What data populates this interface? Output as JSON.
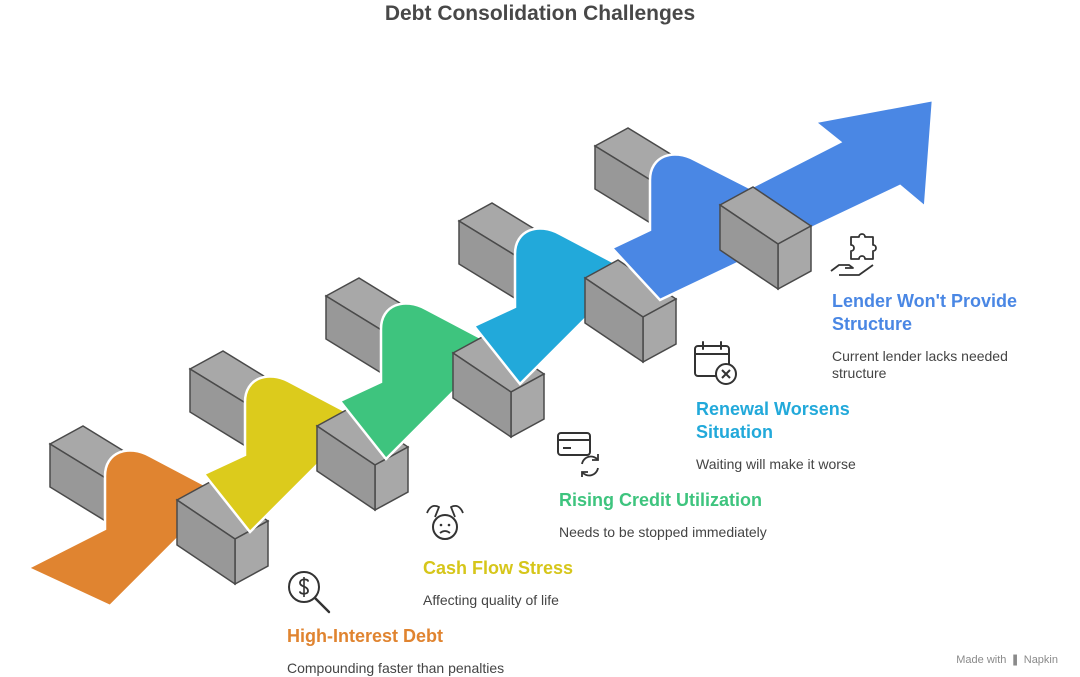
{
  "title": "Debt Consolidation Challenges",
  "steps": [
    {
      "title": "High-Interest Debt",
      "description": "Compounding faster than penalties",
      "color": "#E08430",
      "icon": "dollar-search-icon"
    },
    {
      "title": "Cash Flow Stress",
      "description": "Affecting quality of life",
      "color": "#DCCB1C",
      "icon": "stressed-face-icon"
    },
    {
      "title": "Rising Credit Utilization",
      "description": "Needs to be stopped immediately",
      "color": "#3EC47E",
      "icon": "card-refresh-icon"
    },
    {
      "title": "Renewal Worsens Situation",
      "description": "Waiting will make it worse",
      "color": "#22A9DA",
      "icon": "calendar-cancel-icon"
    },
    {
      "title": "Lender Won't Provide Structure",
      "description": "Current lender lacks needed structure",
      "color": "#4A87E4",
      "icon": "hand-puzzle-icon"
    }
  ],
  "footer": {
    "prefix": "Made with",
    "brand": "Napkin"
  },
  "colors": {
    "block_top": "#A8A8A8",
    "block_side": "#989898",
    "block_stroke": "#4A4A4A",
    "title": "#484848"
  }
}
